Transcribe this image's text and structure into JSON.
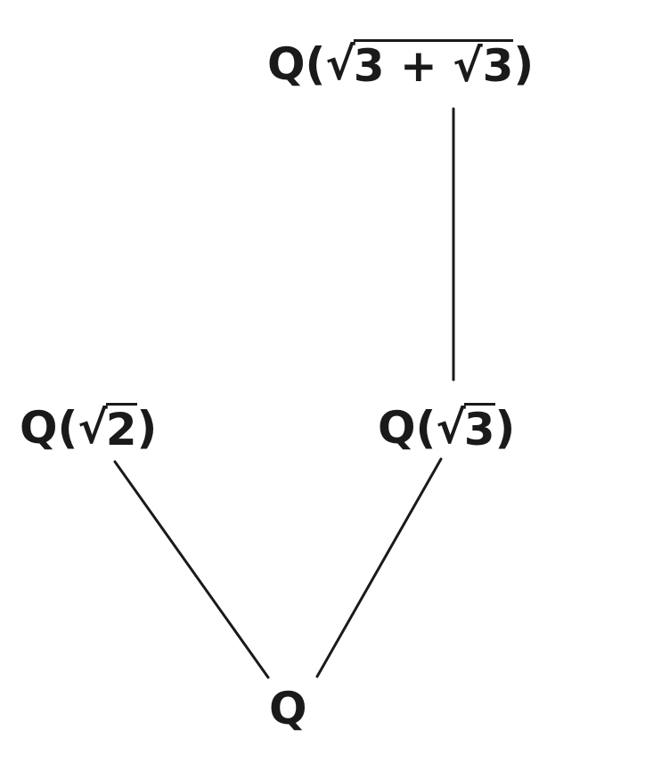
{
  "diagram": {
    "ink_color": "#1a1a1a",
    "background_color": "#ffffff",
    "nodes": {
      "top": {
        "field": "Q",
        "open": "(",
        "radical": "√",
        "radicand": "3 + √3",
        "close": ")"
      },
      "left": {
        "field": "Q",
        "open": "(",
        "radical": "√",
        "radicand": "2",
        "close": ")"
      },
      "right": {
        "field": "Q",
        "open": "(",
        "radical": "√",
        "radicand": "3",
        "close": ")"
      },
      "bottom": {
        "field": "Q"
      }
    },
    "edges": [
      {
        "from": "right",
        "to": "top"
      },
      {
        "from": "bottom",
        "to": "left"
      },
      {
        "from": "bottom",
        "to": "right"
      }
    ]
  }
}
